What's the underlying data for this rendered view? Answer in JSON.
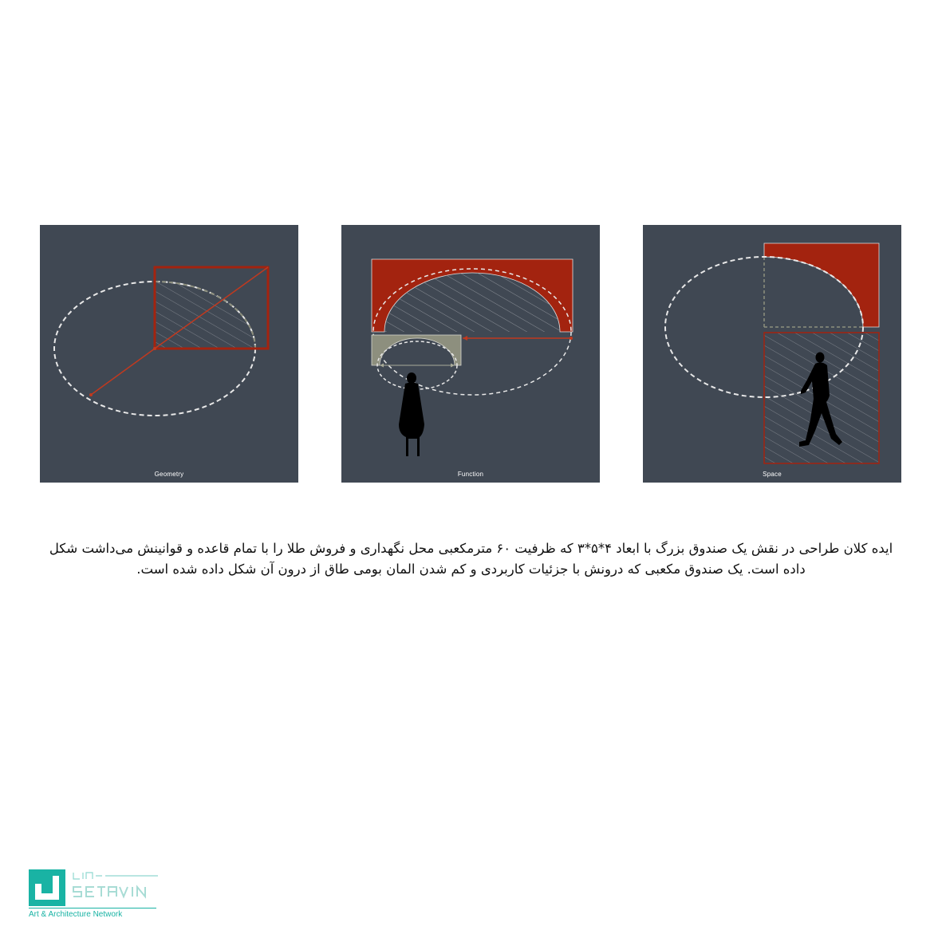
{
  "panels": [
    {
      "label": "Geometry"
    },
    {
      "label": "Function"
    },
    {
      "label": "Space"
    }
  ],
  "caption": "ایده کلان طراحی در نقش یک صندوق بزرگ با ابعاد ۴*۵*۳ که ظرفیت ۶۰ مترمکعبی محل نگهداری و فروش طلا را با تمام قاعده و قوانینش می‌داشت شکل داده است. یک صندوق مکعبی که درونش با جزئیات کاربردی و کم شدن المان بومی طاق از درون آن شکل داده شده است.",
  "logo": {
    "brand": "setavin",
    "tagline": "Art & Architecture Network"
  },
  "colors": {
    "panel_bg": "#404853",
    "accent_red": "#a3230f",
    "line_red": "#c0391f",
    "dashed_white": "#e8e8e8",
    "sage": "#8d8f7e",
    "figure": "#000000",
    "brand_teal": "#19b3a4"
  },
  "icons": {
    "standing_figure": "person-standing-icon",
    "walking_figure": "person-walking-icon",
    "logo_mark": "setavin-logo-icon"
  }
}
